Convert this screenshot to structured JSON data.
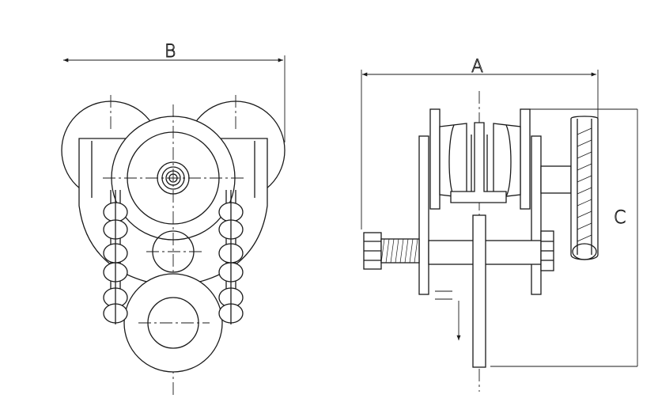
{
  "dimensions": {
    "b_label": "B",
    "a_label": "A",
    "c_label": "C"
  }
}
